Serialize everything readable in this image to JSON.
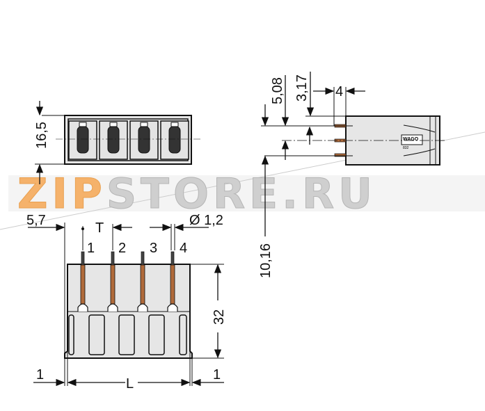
{
  "watermark": {
    "part1": "ZIP",
    "part2": "STORE.RU",
    "accent_color": "#f5b26b",
    "gray_color": "#c8c8c8"
  },
  "top_view": {
    "height_dim": "16,5"
  },
  "side_view": {
    "dim_a": "5,08",
    "dim_b": "3,17",
    "dim_c": "4",
    "dim_d": "10,16",
    "logo": "WAGO",
    "logo_sub": "832"
  },
  "front_view": {
    "dim_left_offset": "5,7",
    "dim_pitch": "T",
    "dim_pin_diameter": "Ø 1,2",
    "pin_labels": [
      "1",
      "2",
      "3",
      "4"
    ],
    "dim_height": "32",
    "dim_length": "L",
    "dim_left_edge": "1",
    "dim_right_edge": "1"
  },
  "colors": {
    "pin": "#b06a3a",
    "body": "#e6e6e6"
  }
}
